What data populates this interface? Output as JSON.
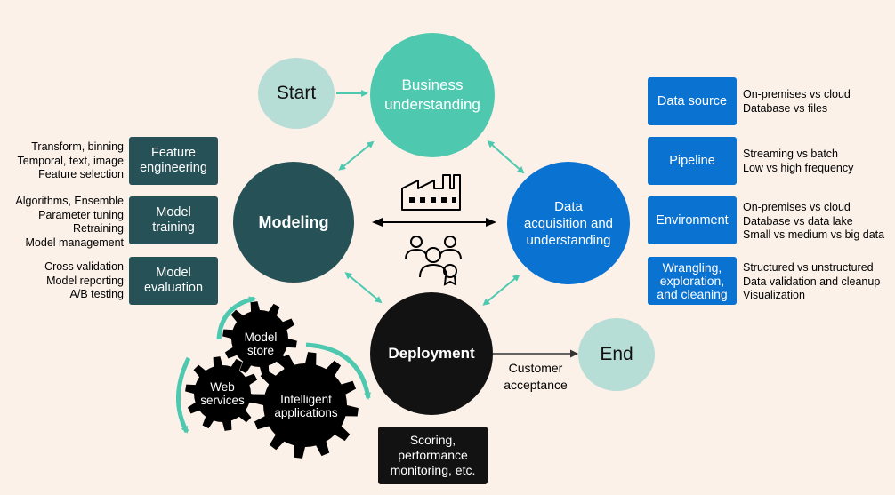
{
  "colors": {
    "background": "#fbf1e9",
    "teal": "#4ec9b0",
    "light_teal": "#b6ddd6",
    "dark_teal": "#265257",
    "blue": "#0a72d0",
    "black": "#121212"
  },
  "stages": {
    "start": "Start",
    "business": [
      "Business",
      "understanding"
    ],
    "data": [
      "Data",
      "acquisition and",
      "understanding"
    ],
    "modeling": "Modeling",
    "deployment": "Deployment",
    "end": "End"
  },
  "customer_acceptance": [
    "Customer",
    "acceptance"
  ],
  "modeling_boxes": [
    {
      "label": [
        "Feature",
        "engineering"
      ],
      "notes": [
        "Transform, binning",
        "Temporal, text, image",
        "Feature selection"
      ]
    },
    {
      "label": [
        "Model",
        "training"
      ],
      "notes": [
        "Algorithms, Ensemble",
        "Parameter tuning",
        "Retraining",
        "Model management"
      ]
    },
    {
      "label": [
        "Model",
        "evaluation"
      ],
      "notes": [
        "Cross validation",
        "Model reporting",
        "A/B testing"
      ]
    }
  ],
  "data_boxes": [
    {
      "label": [
        "Data source"
      ],
      "notes": [
        "On-premises vs cloud",
        "Database vs files"
      ]
    },
    {
      "label": [
        "Pipeline"
      ],
      "notes": [
        "Streaming vs batch",
        "Low vs high frequency"
      ]
    },
    {
      "label": [
        "Environment"
      ],
      "notes": [
        "On-premises vs cloud",
        "Database vs data lake",
        "Small vs medium vs big data"
      ]
    },
    {
      "label": [
        "Wrangling,",
        "exploration,",
        "and cleaning"
      ],
      "notes": [
        "Structured vs unstructured",
        "Data validation and cleanup",
        "Visualization"
      ]
    }
  ],
  "gears": {
    "model_store": "Model\nstore",
    "web_services": "Web\nservices",
    "intelligent_apps": "Intelligent\napplications"
  },
  "scoring_box": [
    "Scoring,",
    "performance",
    "monitoring, etc."
  ],
  "icons": [
    "factory-icon",
    "people-group-icon"
  ]
}
